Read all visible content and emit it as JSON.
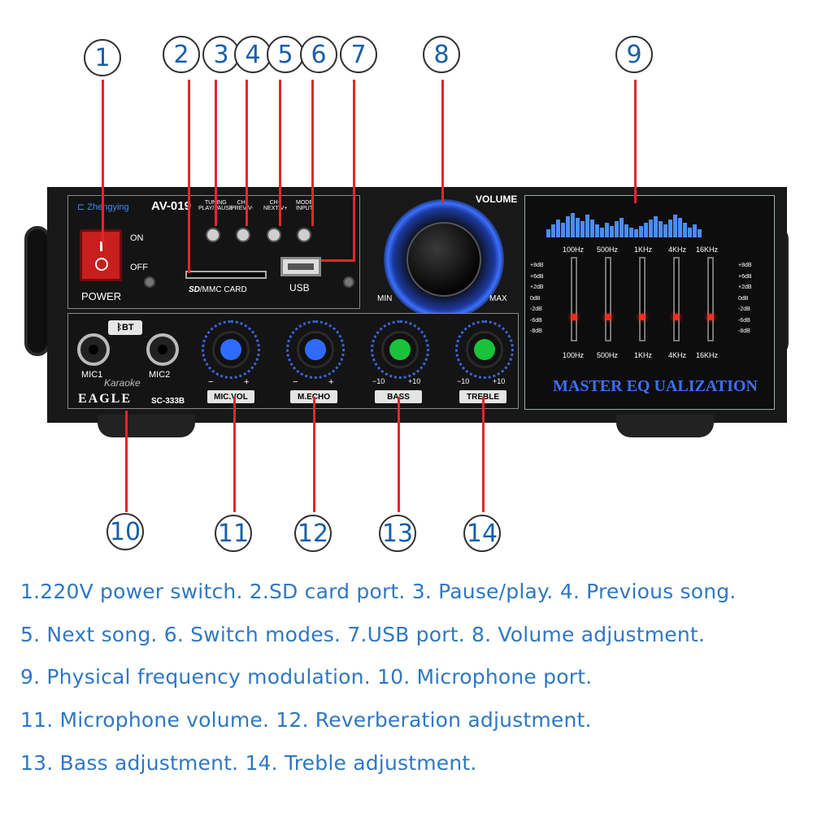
{
  "callouts": [
    "1",
    "2",
    "3",
    "4",
    "5",
    "6",
    "7",
    "8",
    "9",
    "10",
    "11",
    "12",
    "13",
    "14"
  ],
  "device": {
    "brand": "Zhengying",
    "model": "AV-019",
    "power": {
      "on": "ON",
      "off": "OFF",
      "label": "POWER"
    },
    "buttons": {
      "b3": "TUNING\nPLAY/PAUSE",
      "b4": "CH-\nPREV/V-",
      "b5": "CH+\nNEXT/V+",
      "b6": "MODE\nINPUT"
    },
    "sd_label": "/MMC CARD",
    "sd_logo": "SD",
    "usb_label": "USB",
    "volume": {
      "label": "VOLUME",
      "min": "MIN",
      "max": "MAX"
    },
    "bt_label": "BT",
    "mic1": "MIC1",
    "mic2": "MIC2",
    "karaoke": "Karaoke",
    "eagle": "EAGLE",
    "series": "SC-333B",
    "knobs": [
      {
        "label": "MIC.VOL",
        "low": "−",
        "high": "+",
        "cap_color": "#2f6bff"
      },
      {
        "label": "M.ECHO",
        "low": "−",
        "high": "+",
        "cap_color": "#2f6bff"
      },
      {
        "label": "BASS",
        "low": "−10",
        "high": "+10",
        "cap_color": "#19c23a"
      },
      {
        "label": "TREBLE",
        "low": "−10",
        "high": "+10",
        "cap_color": "#19c23a"
      }
    ],
    "eq": {
      "bands": [
        "100Hz",
        "500Hz",
        "1KHz",
        "4KHz",
        "16KHz"
      ],
      "db_scale": [
        "+8dB",
        "+6dB",
        "+2dB",
        "0dB",
        "-2dB",
        "-6dB",
        "-8dB"
      ],
      "title": "MASTER EQ UALIZATION",
      "accent": "#3b70ff"
    }
  },
  "descriptions": [
    "1.220V power switch. 2.SD card port. 3. Pause/play. 4. Previous song.",
    "5. Next song. 6. Switch modes. 7.USB port. 8. Volume adjustment.",
    "9. Physical frequency modulation. 10. Microphone port.",
    "11. Microphone volume. 12. Reverberation adjustment.",
    "13. Bass adjustment. 14. Treble adjustment."
  ],
  "colors": {
    "leader": "#e4262b",
    "callout_text": "#1a5fa8",
    "description_text": "#2f78c4"
  }
}
